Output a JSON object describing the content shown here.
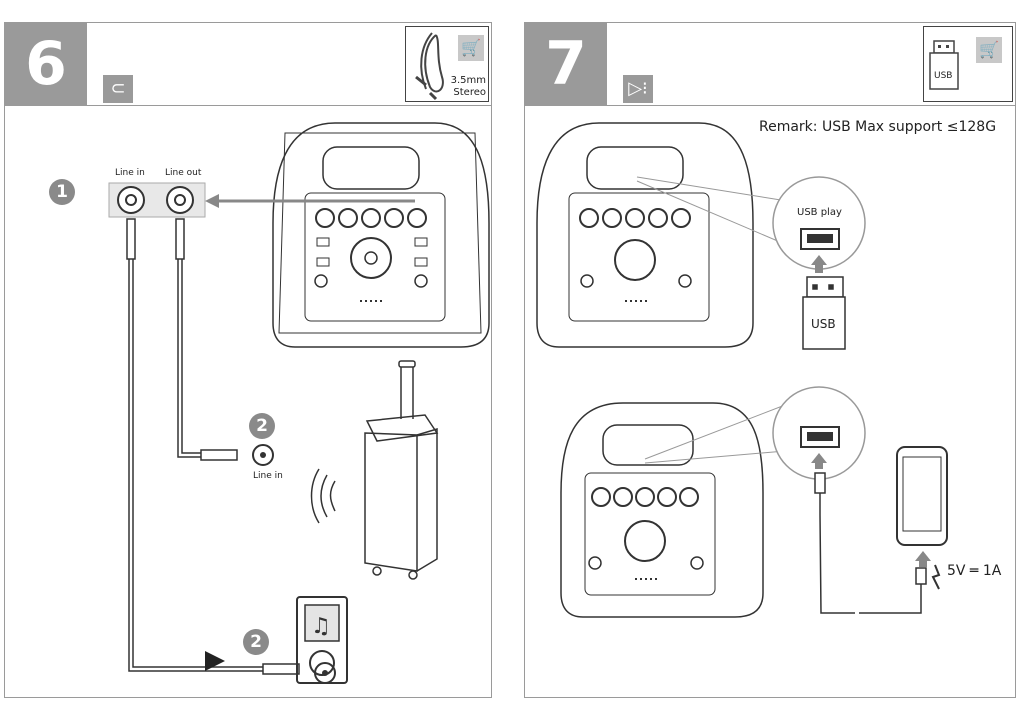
{
  "step6": {
    "number": "6",
    "cable_label_line1": "3.5mm",
    "cable_label_line2": "Stereo",
    "port_line_in": "Line in",
    "port_line_out": "Line out",
    "step_badge_1": "1",
    "step_badge_2a": "2",
    "step_badge_2b": "2",
    "speaker_port_label": "Line in",
    "icons": [
      "cable-icon",
      "cart-icon",
      "music-note-icon",
      "play-icon",
      "sound-waves-icon"
    ]
  },
  "step7": {
    "number": "7",
    "usb_box_label": "USB",
    "remark": "Remark: USB Max support ≤128G",
    "usb_play_label": "USB play",
    "usb_drive_label": "USB",
    "power_spec": "5V ═ 1A",
    "icons": [
      "usb-play-icon",
      "cart-icon",
      "usb-drive-icon",
      "phone-icon",
      "lightning-icon"
    ]
  },
  "colors": {
    "accent_gray": "#9a9a9a",
    "line": "#444444",
    "cart_gray": "#c8c8c8"
  }
}
